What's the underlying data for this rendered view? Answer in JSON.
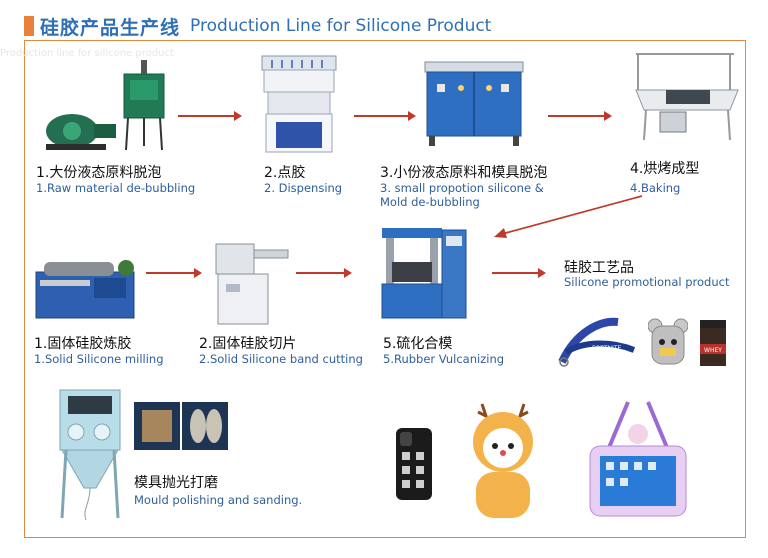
{
  "header": {
    "title_cn": "硅胶产品生产线",
    "title_en": "Production Line for Silicone Product",
    "ghost_text": "Production line for silicone product",
    "accent_color": "#e8823a",
    "title_color": "#2f6fb6"
  },
  "steps": [
    {
      "cn": "1.大份液态原料脱泡",
      "en": "1.Raw material de-bubbling",
      "icon": "vacuum-mixer-icon"
    },
    {
      "cn": "2.点胶",
      "en": "2. Dispensing",
      "icon": "dispensing-machine-icon"
    },
    {
      "cn": "3.小份液态原料和模具脱泡",
      "en": "3. small propotion silicone & Mold de-bubbling",
      "icon": "vacuum-chamber-icon"
    },
    {
      "cn": "4.烘烤成型",
      "en": "4.Baking",
      "icon": "baking-table-icon"
    },
    {
      "cn": "1.固体硅胶炼胶",
      "en": "1.Solid Silicone milling",
      "icon": "mixing-mill-icon"
    },
    {
      "cn": "2.固体硅胶切片",
      "en": "2.Solid Silicone band cutting",
      "icon": "cutting-machine-icon"
    },
    {
      "cn": "5.硫化合模",
      "en": "5.Rubber Vulcanizing",
      "icon": "vulcanizing-press-icon"
    }
  ],
  "product": {
    "cn": "硅胶工艺品",
    "en": "Silicone promotional product"
  },
  "polish": {
    "cn": "模具抛光打磨",
    "en": "Mould polishing and sanding."
  },
  "samples": {
    "lanyard_text": "FORTNITE",
    "jar_text": "WHEY"
  },
  "arrow_color": "#c0392b"
}
